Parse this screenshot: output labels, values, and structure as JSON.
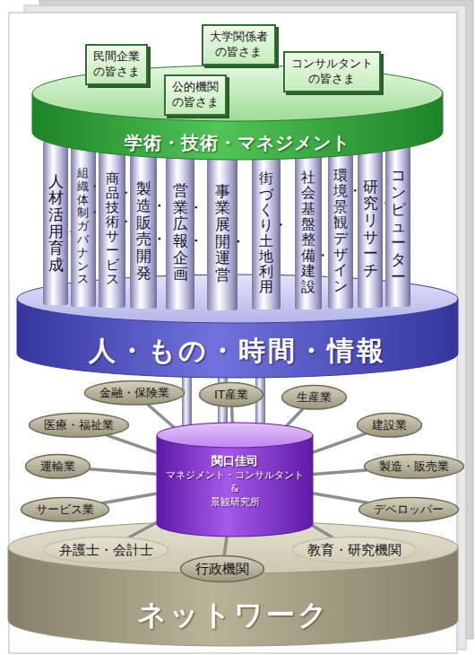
{
  "diagram": {
    "nodes": [
      {
        "text": [
          "民間企業の皆さま"
        ]
      },
      {
        "text": [
          "大学関係者の皆さま"
        ]
      },
      {
        "text": [
          "公的機関の皆さま"
        ]
      },
      {
        "text": [
          "コンサルタントの皆さま"
        ]
      },
      {
        "text": [
          "学術・技術・マネジメント"
        ]
      },
      {
        "text": [
          "人材活用・育成"
        ]
      },
      {
        "text": [
          "組織・体制・ガバナンス"
        ]
      },
      {
        "text": [
          "商品・技術・サービス"
        ]
      },
      {
        "text": [
          "製造・販売・開発"
        ]
      },
      {
        "text": [
          "営業・広報・企画"
        ]
      },
      {
        "text": [
          "事業展開・運営"
        ]
      },
      {
        "text": [
          "街づくり・土地利用"
        ]
      },
      {
        "text": [
          "社会基盤整備・建設"
        ]
      },
      {
        "text": [
          "環境・景観デザイン"
        ]
      },
      {
        "text": [
          "研究・リサーチ"
        ]
      },
      {
        "text": [
          "コンピューター"
        ]
      },
      {
        "text": [
          "人・もの・時間・情報"
        ]
      },
      {
        "text": [
          "関口佳司",
          "マネジメント・コンサルタント & 景観研究所"
        ]
      },
      {
        "text": [
          "金融・保険業"
        ]
      },
      {
        "text": [
          "IT産業"
        ]
      },
      {
        "text": [
          "生産業"
        ]
      },
      {
        "text": [
          "医療・福祉業"
        ]
      },
      {
        "text": [
          "建設業"
        ]
      },
      {
        "text": [
          "運輸業"
        ]
      },
      {
        "text": [
          "製造・販売業"
        ]
      },
      {
        "text": [
          "サービス業"
        ]
      },
      {
        "text": [
          "デベロッパー"
        ]
      },
      {
        "text": [
          "弁護士・会計士"
        ]
      },
      {
        "text": [
          "行政機関"
        ]
      },
      {
        "text": [
          "教育・研究機関"
        ]
      },
      {
        "text": [
          "ネットワーク"
        ]
      }
    ],
    "edges": [
      {
        "from": 17,
        "to": 18,
        "arrow": "none"
      },
      {
        "from": 17,
        "to": 19,
        "arrow": "none"
      },
      {
        "from": 17,
        "to": 20,
        "arrow": "none"
      },
      {
        "from": 17,
        "to": 21,
        "arrow": "none"
      },
      {
        "from": 17,
        "to": 22,
        "arrow": "none"
      },
      {
        "from": 17,
        "to": 23,
        "arrow": "none"
      },
      {
        "from": 17,
        "to": 24,
        "arrow": "none"
      },
      {
        "from": 17,
        "to": 25,
        "arrow": "none"
      },
      {
        "from": 17,
        "to": 26,
        "arrow": "none"
      },
      {
        "from": 17,
        "to": 27,
        "arrow": "none"
      },
      {
        "from": 17,
        "to": 28,
        "arrow": "none"
      },
      {
        "from": 17,
        "to": 29,
        "arrow": "none"
      }
    ]
  }
}
